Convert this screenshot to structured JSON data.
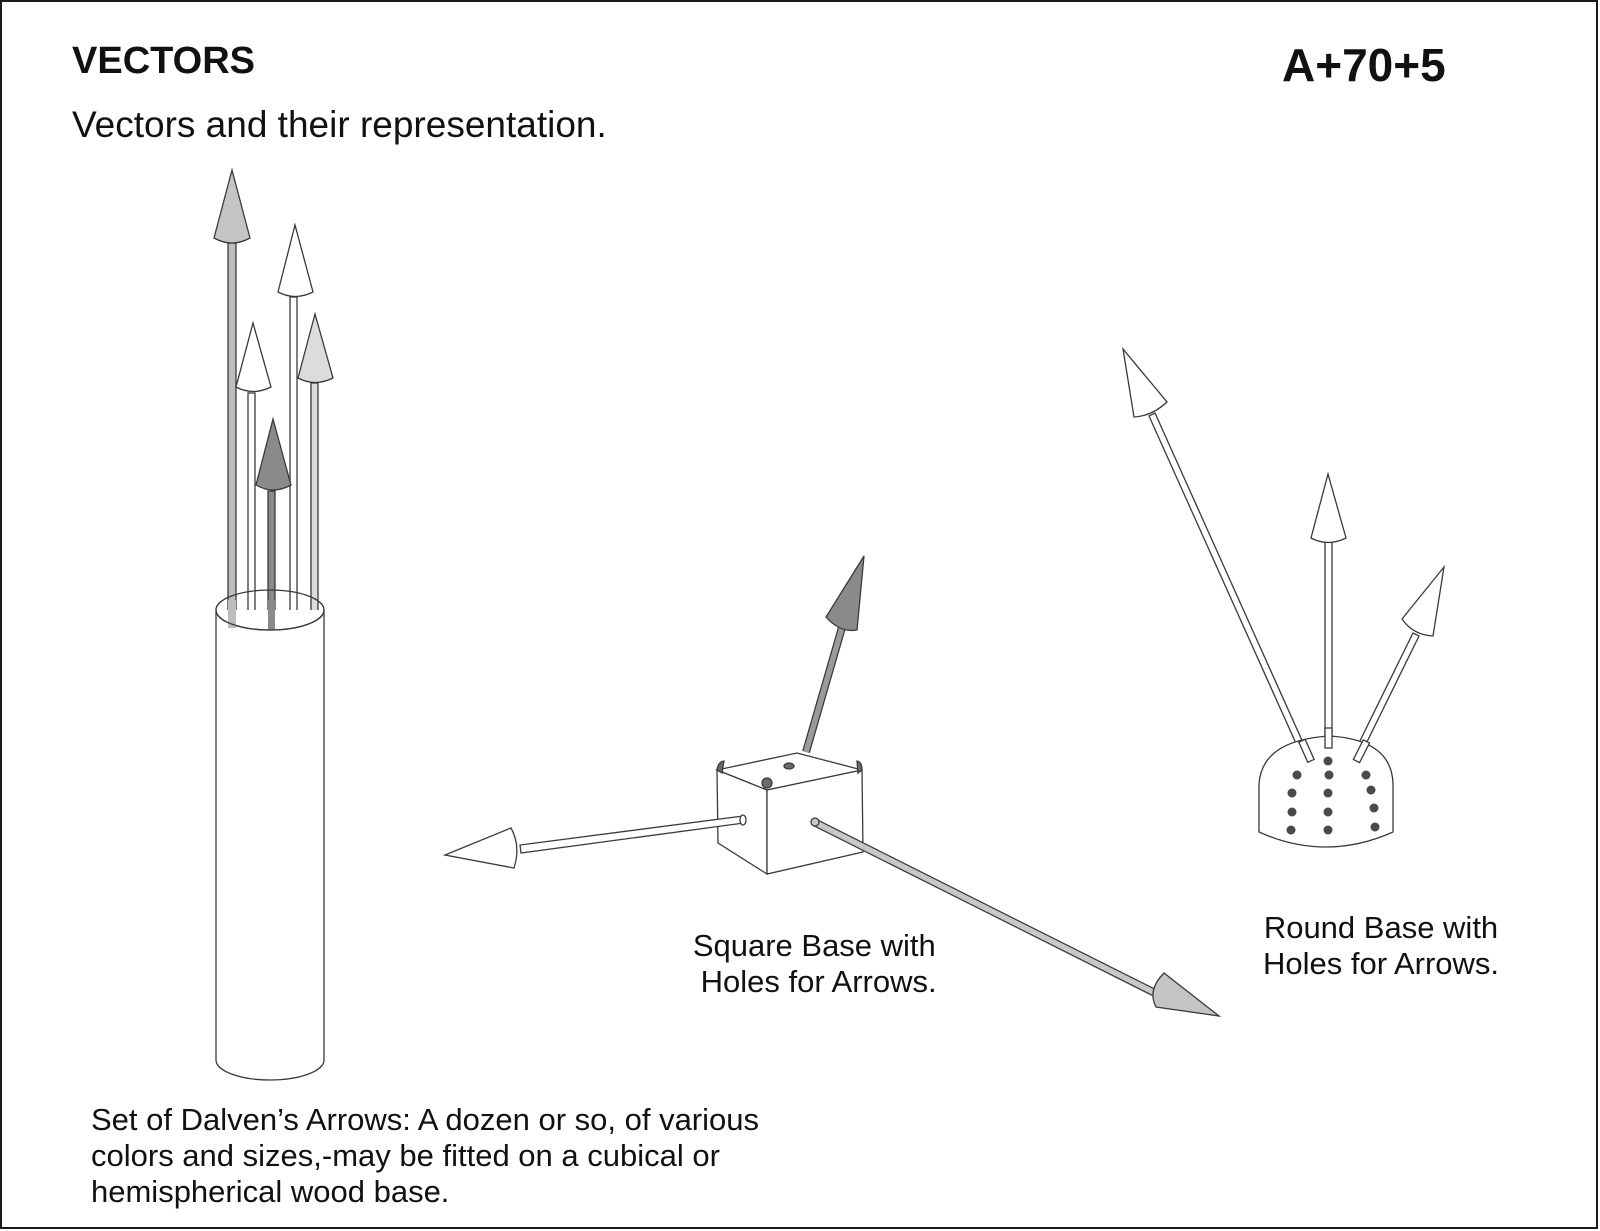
{
  "header": {
    "title": "VECTORS",
    "code": "A+70+5",
    "subtitle": "Vectors and their representation."
  },
  "captions": {
    "square_base": "Square Base with\n Holes for Arrows.",
    "round_base": "Round Base with\nHoles for Arrows.",
    "arrow_set": "Set of Dalven’s Arrows: A dozen or so, of various\ncolors and sizes,-may be fitted on a cubical or\nhemispherical wood base."
  },
  "colors": {
    "outline": "#3a3a3a",
    "white_fill": "#ffffff",
    "light_gray": "#d9d9d9",
    "mid_gray": "#bdbdbd",
    "dark_gray": "#8a8a8a",
    "hole": "#4a4a4a"
  },
  "illustrations": [
    {
      "name": "cylinder-with-arrows",
      "arrow_count": 5
    },
    {
      "name": "square-base",
      "arrow_count": 3
    },
    {
      "name": "round-base",
      "arrow_count": 3,
      "hole_rows": 4,
      "hole_columns": 3
    }
  ]
}
